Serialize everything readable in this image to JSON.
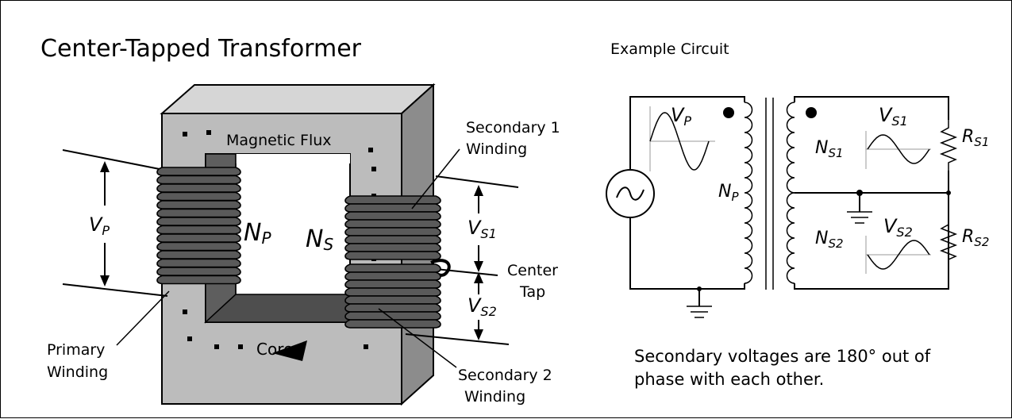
{
  "title": "Center-Tapped Transformer",
  "circuit_title": "Example Circuit",
  "labels": {
    "magnetic_flux": "Magnetic Flux",
    "core": "Core",
    "primary_winding_line1": "Primary",
    "primary_winding_line2": "Winding",
    "secondary1_line1": "Secondary 1",
    "secondary1_line2": "Winding",
    "secondary2_line1": "Secondary 2",
    "secondary2_line2": "Winding",
    "center_tap_line1": "Center",
    "center_tap_line2": "Tap",
    "np_main": "N",
    "np_sub": "P",
    "ns_main": "N",
    "ns_sub": "S",
    "vp_main": "V",
    "vp_sub": "P",
    "vs1_main": "V",
    "vs1_sub": "S1",
    "vs2_main": "V",
    "vs2_sub": "S2"
  },
  "circuit": {
    "vp_main": "V",
    "vp_sub": "P",
    "np_main": "N",
    "np_sub": "P",
    "ns1_main": "N",
    "ns1_sub": "S1",
    "ns2_main": "N",
    "ns2_sub": "S2",
    "vs1_main": "V",
    "vs1_sub": "S1",
    "vs2_main": "V",
    "vs2_sub": "S2",
    "rs1_main": "R",
    "rs1_sub": "S1",
    "rs2_main": "R",
    "rs2_sub": "S2"
  },
  "caption_line1": "Secondary voltages are 180° out of",
  "caption_line2": "phase with each other.",
  "colors": {
    "core_face": "#bcbcbc",
    "core_side": "#8c8c8c",
    "core_top": "#d6d6d6",
    "core_inner": "#5a5a5a",
    "winding": "#3a3a3a"
  }
}
